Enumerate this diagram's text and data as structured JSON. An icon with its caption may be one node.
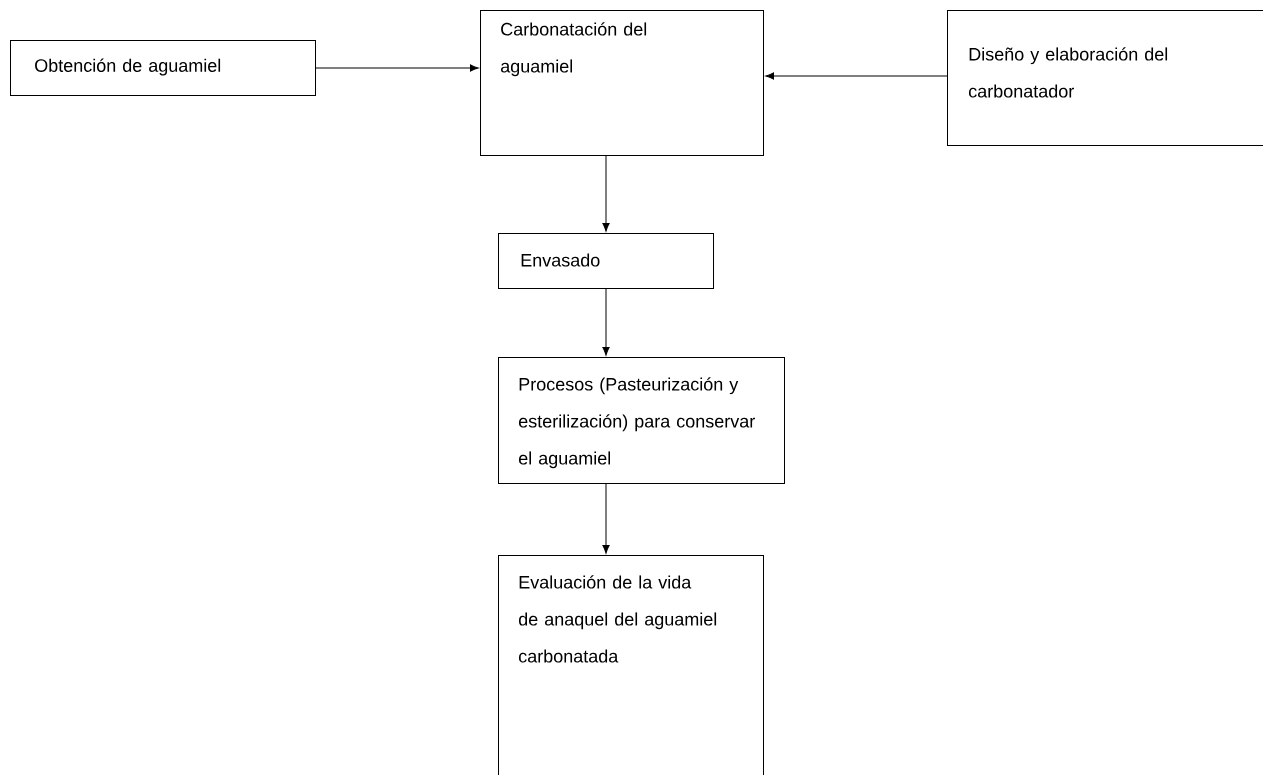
{
  "diagram": {
    "nodes": [
      {
        "text": [
          "Obtención de aguamiel"
        ]
      },
      {
        "text": [
          "Carbonatación del aguamiel"
        ]
      },
      {
        "text": [
          "Diseño y elaboración del carbonatador"
        ]
      },
      {
        "text": [
          "Envasado"
        ]
      },
      {
        "text": [
          "Procesos (Pasteurización y esterilización) para conservar el aguamiel"
        ]
      },
      {
        "text": [
          "Evaluación de la vida de anaquel del aguamiel carbonatada"
        ]
      }
    ],
    "edges": [
      {
        "from": 0,
        "to": 1,
        "arrow": "to"
      },
      {
        "from": 2,
        "to": 1,
        "arrow": "to"
      },
      {
        "from": 1,
        "to": 3,
        "arrow": "to"
      },
      {
        "from": 3,
        "to": 4,
        "arrow": "to"
      },
      {
        "from": 4,
        "to": 5,
        "arrow": "to"
      }
    ]
  }
}
